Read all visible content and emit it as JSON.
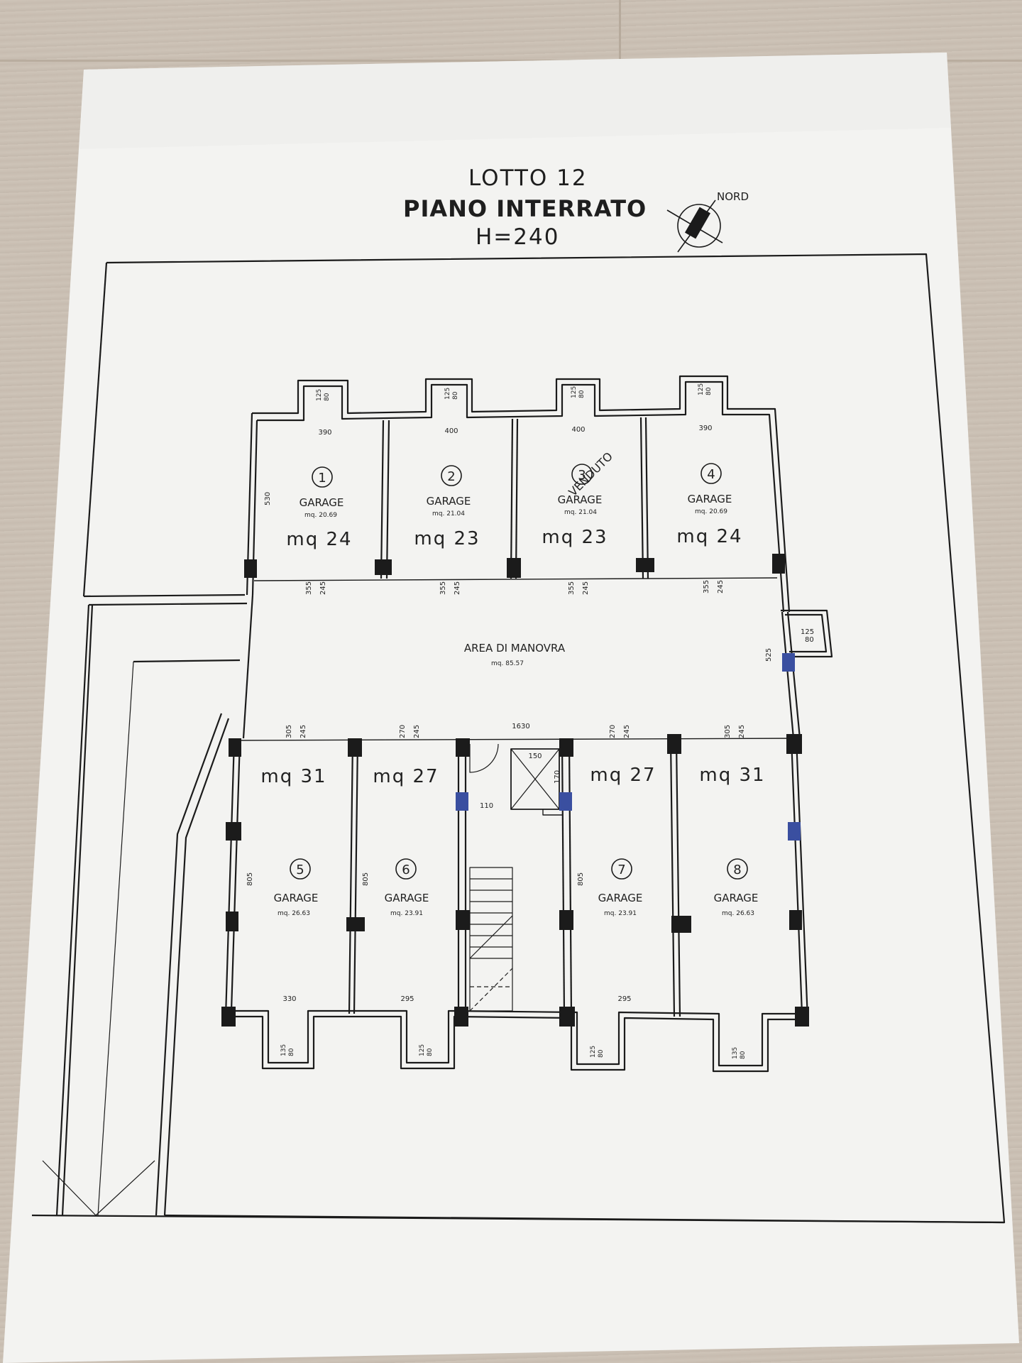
{
  "title": {
    "line1": "LOTTO 12",
    "line2": "PIANO INTERRATO",
    "line3": "H=240"
  },
  "north_label": "NORD",
  "sold_stamp": "VENDUTO",
  "maneuver_area": {
    "label": "AREA DI MANOVRA",
    "area": "mq. 85.57"
  },
  "garage_word": "GARAGE",
  "garages": [
    {
      "num": "1",
      "area": "mq. 20.69",
      "mq": "mq 24",
      "width": "390",
      "window": [
        "125",
        "80"
      ],
      "depth": "530",
      "door": [
        "355",
        "245"
      ]
    },
    {
      "num": "2",
      "area": "mq. 21.04",
      "mq": "mq 23",
      "width": "400",
      "window": [
        "125",
        "80"
      ],
      "door": [
        "355",
        "245"
      ]
    },
    {
      "num": "3",
      "area": "mq. 21.04",
      "mq": "mq 23",
      "width": "400",
      "window": [
        "125",
        "80"
      ],
      "door": [
        "355",
        "245"
      ]
    },
    {
      "num": "4",
      "area": "mq. 20.69",
      "mq": "mq 24",
      "width": "390",
      "window": [
        "125",
        "80"
      ],
      "door": [
        "355",
        "245"
      ]
    },
    {
      "num": "5",
      "area": "mq. 26.63",
      "mq": "mq 31",
      "width": "330",
      "window": [
        "135",
        "80"
      ],
      "depth": "805",
      "door": [
        "305",
        "245"
      ]
    },
    {
      "num": "6",
      "area": "mq. 23.91",
      "mq": "mq 27",
      "width": "295",
      "window": [
        "125",
        "80"
      ],
      "depth": "805",
      "door": [
        "270",
        "245"
      ]
    },
    {
      "num": "7",
      "area": "mq. 23.91",
      "mq": "mq 27",
      "width": "295",
      "window": [
        "125",
        "80"
      ],
      "depth": "805",
      "door": [
        "270",
        "245"
      ]
    },
    {
      "num": "8",
      "area": "mq. 26.63",
      "mq": "mq 31",
      "width": "",
      "window": [
        "135",
        "80"
      ],
      "door": [
        "305",
        "245"
      ]
    }
  ],
  "dims": {
    "overall": "1630",
    "lift_w": "150",
    "lift_h": "170",
    "stair_door": "110",
    "side_depth": "525",
    "side_window": [
      "125",
      "80"
    ]
  }
}
